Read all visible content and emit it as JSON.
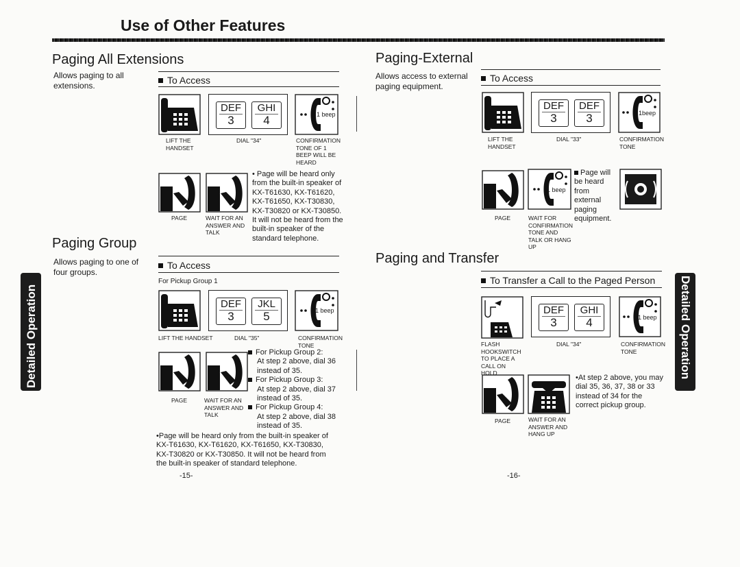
{
  "page": {
    "title": "Use of Other Features",
    "side_tab_label": "Detailed Operation",
    "page_left": "-15-",
    "page_right": "-16-"
  },
  "paging_all": {
    "heading": "Paging All Extensions",
    "description": "Allows paging to all extensions.",
    "to_access": "To Access",
    "keys": [
      {
        "letters": "DEF",
        "num": "3"
      },
      {
        "letters": "GHI",
        "num": "4"
      }
    ],
    "beep": "1 beep",
    "cap_lift": "LIFT THE HANDSET",
    "cap_dial": "DIAL \"34\"",
    "cap_confirm": "CONFIRMATION TONE OF 1 BEEP WILL BE HEARD",
    "cap_page": "PAGE",
    "cap_wait": "WAIT FOR AN ANSWER AND TALK",
    "note1": "Page will be heard only from the built-in speaker of KX-T61630, KX-T61620, KX-T61650, KX-T30830, KX-T30820 or KX-T30850.",
    "note2": "It will not be heard from the built-in speaker of the standard telephone."
  },
  "paging_group": {
    "heading": "Paging Group",
    "description": "Allows paging to one of four groups.",
    "to_access": "To Access",
    "pickup_label": "For Pickup Group 1",
    "keys": [
      {
        "letters": "DEF",
        "num": "3"
      },
      {
        "letters": "JKL",
        "num": "5"
      }
    ],
    "beep": "1 beep",
    "cap_lift": "LIFT THE HANDSET",
    "cap_dial": "DIAL \"35\"",
    "cap_confirm": "CONFIRMATION TONE",
    "cap_page": "PAGE",
    "cap_wait": "WAIT FOR AN ANSWER AND TALK",
    "groups": [
      {
        "label": "For Pickup Group 2:",
        "detail": "At step 2 above, dial 36 instead of 35."
      },
      {
        "label": "For Pickup Group 3:",
        "detail": "At step 2 above, dial 37 instead of 35."
      },
      {
        "label": "For Pickup Group 4:",
        "detail": "At step 2 above, dial 38 instead of 35."
      }
    ],
    "note": "Page will be heard only from the built-in speaker of KX-T61630, KX-T61620, KX-T61650, KX-T30830, KX-T30820 or KX-T30850. It will not be heard from the built-in speaker of standard telephone."
  },
  "paging_external": {
    "heading": "Paging-External",
    "description": "Allows access to external paging equipment.",
    "to_access": "To Access",
    "keys": [
      {
        "letters": "DEF",
        "num": "3"
      },
      {
        "letters": "DEF",
        "num": "3"
      }
    ],
    "beep": "1beep",
    "beep2": "1 beep",
    "cap_lift": "LIFT THE HANDSET",
    "cap_dial": "DIAL \"33\"",
    "cap_confirm": "CONFIRMATION TONE",
    "cap_page": "PAGE",
    "cap_wait": "WAIT FOR CONFIRMATION TONE AND TALK OR HANG UP",
    "note": "Page will be heard from external paging equipment."
  },
  "paging_transfer": {
    "heading": "Paging and Transfer",
    "subheading": "To Transfer a Call to the Paged Person",
    "keys": [
      {
        "letters": "DEF",
        "num": "3"
      },
      {
        "letters": "GHI",
        "num": "4"
      }
    ],
    "beep": "1 beep",
    "cap_flash": "FLASH HOOKSWITCH TO PLACE A CALL ON HOLD",
    "cap_dial": "DIAL \"34\"",
    "cap_confirm": "CONFIRMATION TONE",
    "cap_page": "PAGE",
    "cap_wait": "WAIT FOR AN ANSWER AND HANG UP",
    "note": "At step 2 above, you may dial 35, 36, 37, 38 or 33 instead of 34 for the correct pickup group."
  }
}
